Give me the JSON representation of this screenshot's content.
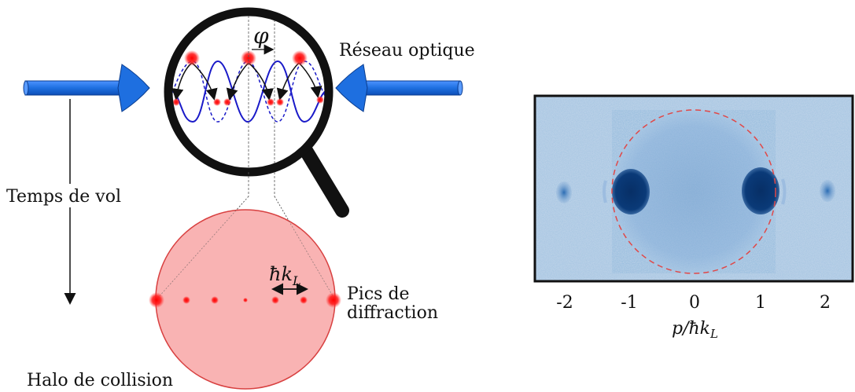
{
  "labels": {
    "phase": "φ",
    "lattice": "Réseau optique",
    "tof": "Temps de vol",
    "hk_h": "ħk",
    "hk_sub": "L",
    "peaks_line1": "Pics de",
    "peaks_line2": "diffraction",
    "halo": "Halo de collision",
    "axis_p": "p/ħk",
    "axis_sub": "L"
  },
  "axis_ticks": [
    "-2",
    "-1",
    "0",
    "1",
    "2"
  ],
  "colors": {
    "beam": "#1e6fe0",
    "beam_edge": "#0b3d8f",
    "wave": "#1a1ac8",
    "atom": "#ff1a1a",
    "halo_fill": "#f9b3b3",
    "halo_edge": "#d84040",
    "image_bg": "#b8cee6",
    "image_dark": "#0a3a78",
    "dashed_circle": "#e04848"
  }
}
